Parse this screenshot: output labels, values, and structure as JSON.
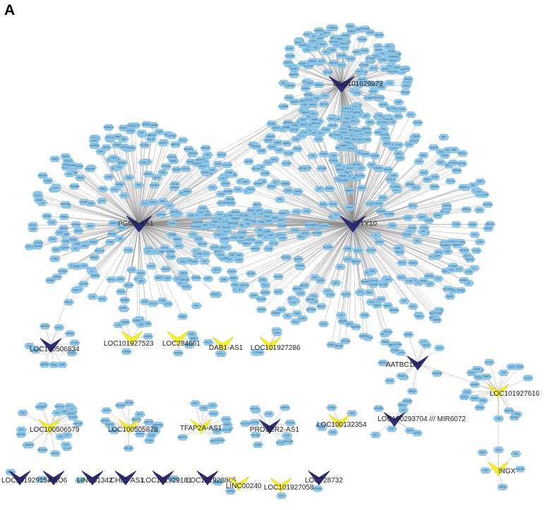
{
  "figure": {
    "panel_label": "A"
  },
  "hubs": [
    {
      "label": "LOC101929973",
      "color": "dark"
    },
    {
      "label": "PGM5-AS1",
      "color": "dark"
    },
    {
      "label": "TTTY10",
      "color": "dark"
    },
    {
      "label": "LOC100506834",
      "color": "dark"
    },
    {
      "label": "LOC101927523",
      "color": "yellow"
    },
    {
      "label": "LOC284661",
      "color": "yellow"
    },
    {
      "label": "DAB1-AS1",
      "color": "yellow"
    },
    {
      "label": "LOC101927286",
      "color": "yellow"
    },
    {
      "label": "AATBC1P1",
      "color": "dark"
    },
    {
      "label": "LOC101927616",
      "color": "yellow"
    },
    {
      "label": "LOC100506579",
      "color": "yellow"
    },
    {
      "label": "LOC100505878",
      "color": "yellow"
    },
    {
      "label": "TFAP2A-AS1",
      "color": "yellow"
    },
    {
      "label": "PROSER2-AS1",
      "color": "dark"
    },
    {
      "label": "LOC100132354",
      "color": "yellow"
    },
    {
      "label": "LOC100293704 /// MIR6072",
      "color": "dark"
    },
    {
      "label": "INGX",
      "color": "yellow"
    },
    {
      "label": "LOC101929154",
      "color": "dark"
    },
    {
      "label": "ANO6",
      "color": "dark"
    },
    {
      "label": "LINC01342",
      "color": "dark"
    },
    {
      "label": "CHL1-AS1",
      "color": "dark"
    },
    {
      "label": "LOC101929181",
      "color": "dark"
    },
    {
      "label": "LOC101928865",
      "color": "dark"
    },
    {
      "label": "LINC00240",
      "color": "yellow"
    },
    {
      "label": "LOC101927058",
      "color": "yellow"
    },
    {
      "label": "LOC728732",
      "color": "dark"
    }
  ],
  "gene_names": [
    "AKT1",
    "ADAM12",
    "ABCA8",
    "ACTA2",
    "ANKRD1",
    "ANXA1",
    "ANGPT2",
    "ASPN",
    "ATP1A2",
    "BGN",
    "BMP2",
    "C1QTNF7",
    "CALD1",
    "CAV1",
    "CCDC80",
    "CD36",
    "CDH11",
    "CFH",
    "CHRDL1",
    "CILP",
    "CNN1",
    "COL1A1",
    "COL1A2",
    "COL3A1",
    "COL5A1",
    "COL6A3",
    "COL11A1",
    "COL14A1",
    "COMP",
    "CTGF",
    "CTSK",
    "CXCL12",
    "CYR61",
    "DCN",
    "DES",
    "DPT",
    "DKK3",
    "EDNRA",
    "EFEMP1",
    "ELN",
    "EMP1",
    "FAP",
    "FBLN1",
    "FBLN5",
    "FBN1",
    "FHL1",
    "FMOD",
    "FN1",
    "FOS",
    "FOSB",
    "FSTL1",
    "GAS1",
    "GPX3",
    "GREM1",
    "HSPB6",
    "IGF1",
    "IGFBP5",
    "IGFBP7",
    "ITGA8",
    "JAM2",
    "KCNMB1",
    "LAMA2",
    "LMOD1",
    "LOX",
    "LUM",
    "MFAP4",
    "MGP",
    "MMP2",
    "MSRB3",
    "MYH11",
    "MYL9",
    "MYLK",
    "NID1",
    "NNMT",
    "NR4A1",
    "OGN",
    "PDGFRB",
    "PDZRN4",
    "PLN",
    "POSTN",
    "PRELP",
    "PTGDS",
    "RGS5",
    "SFRP2",
    "SFRP4",
    "SGCA",
    "SLIT2",
    "SMOC2",
    "SNAI2",
    "SPARC",
    "SPON1",
    "SULF1",
    "SYNPO2",
    "TAGLN",
    "TCF21",
    "TGFB3",
    "THBS2",
    "TIMP3",
    "TNC",
    "TPM2",
    "VCAN",
    "VIM",
    "WISP2",
    "ZFPM2",
    "CCL19",
    "CD93",
    "CLDN5",
    "CPA3",
    "EGR1",
    "FABP4",
    "GATA2",
    "HEY1",
    "IL33",
    "KIT",
    "MS4A2",
    "NOTCH3",
    "PECAM1",
    "RAMP2",
    "SELE",
    "TEK",
    "VWF",
    "ADH1B",
    "APOD",
    "C7",
    "CFD",
    "DPT",
    "GSN",
    "MAOB",
    "PDE2A",
    "SCARA5",
    "SORBS1",
    "TCEAL2",
    "TNXB",
    "ZNF423",
    "SVEP1",
    "LEPR",
    "PRRX1",
    "MEOX2",
    "NEGR1",
    "PTGIS",
    "RSPO3",
    "SLC2A4"
  ]
}
